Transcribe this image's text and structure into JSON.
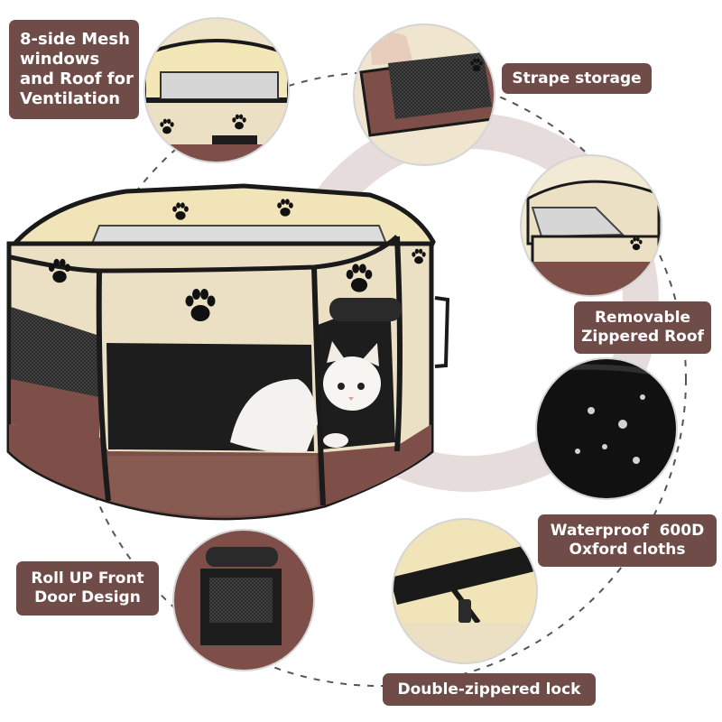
{
  "features": {
    "mesh": [
      "8-side Mesh",
      "windows",
      "and Roof for",
      "Ventilation"
    ],
    "strape": [
      "Strape storage"
    ],
    "roof": [
      "Removable",
      "Zippered Roof"
    ],
    "waterproof": [
      "Waterproof  600D",
      "Oxford cloths"
    ],
    "rollup": [
      "Roll UP Front",
      "Door Design"
    ],
    "zipper": [
      "Double-zippered lock"
    ]
  },
  "colors": {
    "label_bg": "#6f4c48",
    "label_text": "#ffffff",
    "backdrop_ring": "#e6dcdc",
    "panel_beige": "#ece0c4",
    "panel_brown": "#7e4f48",
    "frame_black": "#1a1a1a"
  }
}
